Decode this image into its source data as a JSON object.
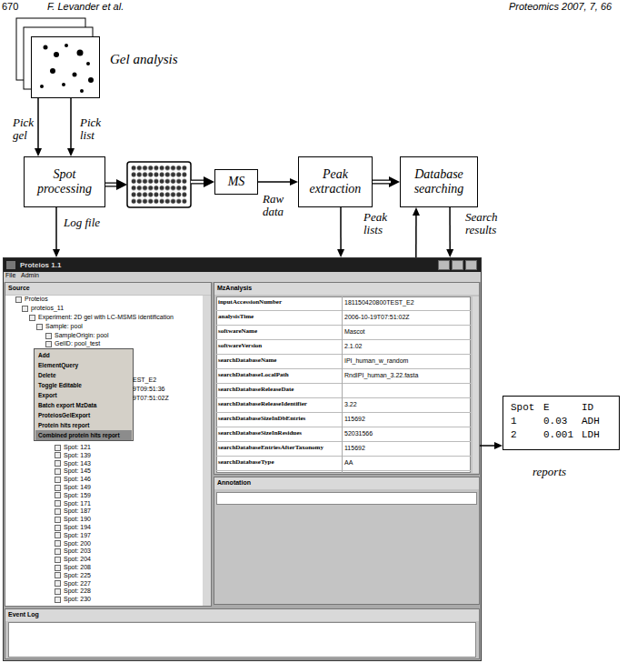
{
  "diagram": {
    "nodes": [
      {
        "text": [
          "Gel analysis"
        ]
      },
      {
        "text": [
          "Spot processing"
        ]
      },
      {
        "text": [
          "MS"
        ]
      },
      {
        "text": [
          "Peak extraction"
        ]
      },
      {
        "text": [
          "Database searching"
        ]
      },
      {
        "text": [
          "Proteios 1.1"
        ]
      },
      {
        "text": [
          "Source"
        ],
        "in": 5
      },
      {
        "text": [
          "Add",
          "ElementQuery",
          "Delete",
          "Toggle Editable",
          "Export",
          "Batch export MzData",
          "ProteiosGelExport",
          "Protein hits report",
          "Combined protein hits report"
        ],
        "in": 6
      },
      {
        "text": [
          "MzAnalysis"
        ],
        "in": 5
      },
      {
        "text": [
          "Annotation"
        ],
        "in": 5
      },
      {
        "text": [
          "Event Log"
        ],
        "in": 5
      },
      {
        "text": [
          "Spot",
          "E",
          "ID",
          "1",
          "0.03",
          "ADH",
          "2",
          "0.001",
          "LDH",
          "reports"
        ]
      }
    ],
    "edges": [
      {
        "from": 0,
        "to": 1,
        "label": "Pick gel",
        "arrow": "to"
      },
      {
        "from": 0,
        "to": 1,
        "label": "Pick list",
        "arrow": "to"
      },
      {
        "from": 2,
        "to": 3,
        "label": "Raw data",
        "arrow": "to"
      },
      {
        "from": 3,
        "to": 4,
        "arrow": "to"
      },
      {
        "from": 1,
        "to": 5,
        "label": "Log file",
        "arrow": "to"
      },
      {
        "from": 3,
        "to": 5,
        "label": "Peak lists",
        "arrow": "to"
      },
      {
        "from": 5,
        "to": 4,
        "arrow": "to"
      },
      {
        "from": 4,
        "to": 5,
        "label": "Search results",
        "arrow": "to"
      },
      {
        "from": 8,
        "to": 11,
        "arrow": "to"
      }
    ],
    "labels": [
      "670",
      "F. Levander et al.",
      "Proteomics 2007, 7, 66",
      "File",
      "Admin",
      "Proteios",
      "proteios_11",
      "Experiment: 2D gel with LC-MSMS identification",
      "Sample: pool",
      "SampleOrigin: pool",
      "GelID: pool_test",
      "EST_E2",
      "9T09:51:36",
      "9T07:51:02Z",
      "Spot: 121",
      "Spot: 139",
      "Spot: 143",
      "Spot: 145",
      "Spot: 146",
      "Spot: 149",
      "Spot: 159",
      "Spot: 171",
      "Spot: 187",
      "Spot: 190",
      "Spot: 194",
      "Spot: 197",
      "Spot: 200",
      "Spot: 203",
      "Spot: 204",
      "Spot: 208",
      "Spot: 225",
      "Spot: 227",
      "Spot: 228",
      "Spot: 230",
      "inputAccessionNumber",
      "181150420800TEST_E2",
      "analysisTime",
      "2006-10-19T07:51:02Z",
      "softwareName",
      "Mascot",
      "softwareVersion",
      "2.1.02",
      "searchDatabaseName",
      "IPI_human_w_random",
      "searchDatabaseLocalPath",
      "RndIPI_human_3.22.fasta",
      "searchDatabaseReleaseDate",
      "searchDatabaseReleaseIdentifier",
      "3.22",
      "searchDatabaseSizeInDbEntries",
      "115692",
      "searchDatabaseSizeInResidues",
      "52031566",
      "searchDatabaseEntriesAfterTaxonomy",
      "115692",
      "searchDatabaseType",
      "AA"
    ]
  }
}
